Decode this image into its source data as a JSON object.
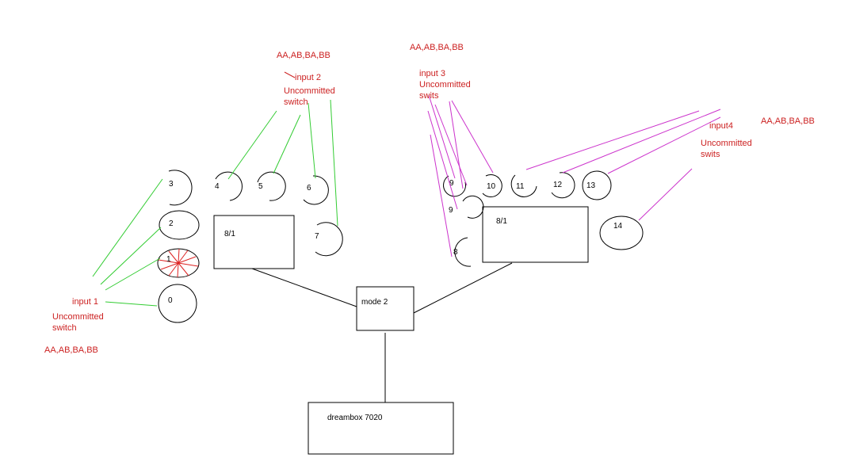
{
  "colors": {
    "input_label": "#cc2222",
    "green_wire": "#33cc33",
    "magenta_wire": "#cc33cc",
    "ink": "#000000"
  },
  "boxes": {
    "switch_left": "8/1",
    "switch_right": "8/1",
    "mode": "mode 2",
    "receiver": "dreambox 7020"
  },
  "ports": {
    "p0": "0",
    "p1": "1",
    "p2": "2",
    "p3": "3",
    "p4": "4",
    "p5": "5",
    "p6": "6",
    "p7": "7",
    "p8": "8",
    "p9a": "9",
    "p9b": "9",
    "p10": "10",
    "p11": "11",
    "p12": "12",
    "p13": "13",
    "p14": "14"
  },
  "inputs": {
    "input1": {
      "name": "input 1",
      "line1": "Uncommitted",
      "line2": "switch",
      "options": "AA,AB,BA,BB"
    },
    "input2": {
      "name": "input 2",
      "line1": "Uncommitted",
      "line2": "switch",
      "options": "AA,AB,BA,BB"
    },
    "input3": {
      "name": "input 3",
      "line1": "Uncommitted",
      "line2": "swits",
      "options": "AA,AB,BA,BB"
    },
    "input4": {
      "name": "input4",
      "line1": "Uncommitted",
      "line2": "swits",
      "options": "AA,AB,BA,BB"
    }
  }
}
